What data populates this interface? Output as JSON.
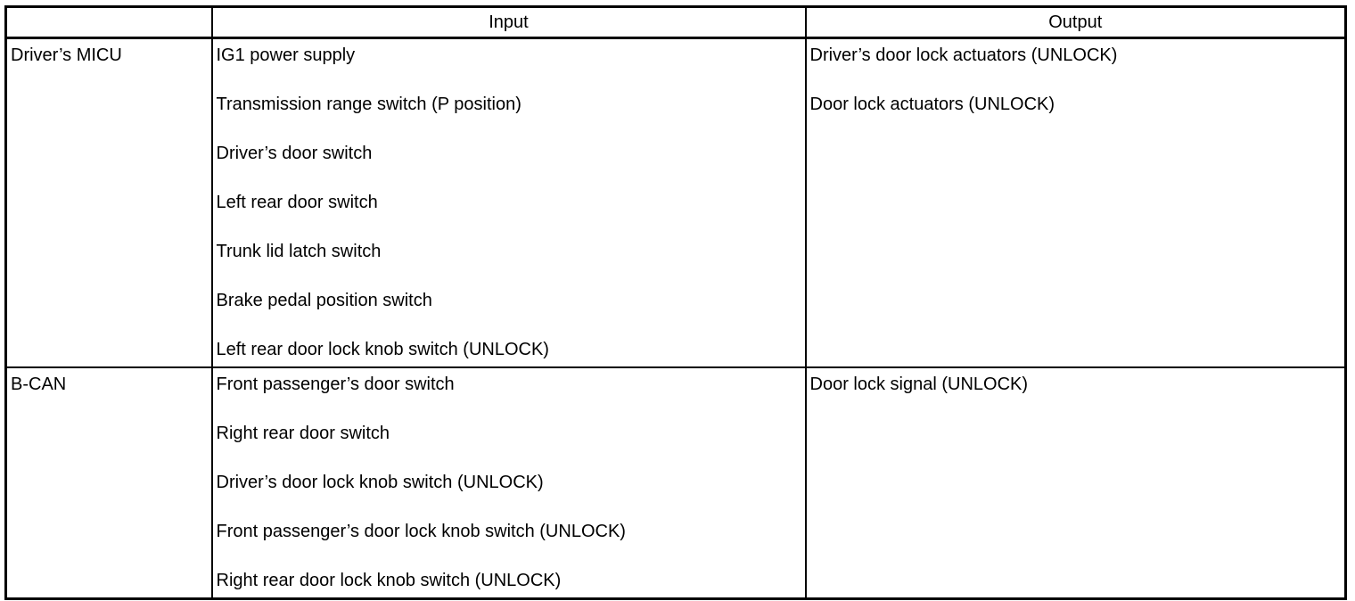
{
  "table": {
    "headers": {
      "component": "",
      "input": "Input",
      "output": "Output"
    },
    "rows": [
      {
        "component": "Driver’s MICU",
        "inputs": [
          "IG1 power supply",
          "Transmission range switch (P position)",
          "Driver’s door switch",
          "Left rear door switch",
          "Trunk lid latch switch",
          "Brake pedal position switch",
          "Left rear door lock knob switch (UNLOCK)"
        ],
        "outputs": [
          "Driver’s door lock actuators (UNLOCK)",
          "Door lock actuators (UNLOCK)"
        ]
      },
      {
        "component": "B-CAN",
        "inputs": [
          "Front passenger’s door switch",
          "Right rear door switch",
          "Driver’s door lock knob switch (UNLOCK)",
          "Front passenger’s door lock knob switch (UNLOCK)",
          "Right rear door lock knob switch (UNLOCK)"
        ],
        "outputs": [
          "Door lock signal (UNLOCK)"
        ]
      }
    ]
  }
}
